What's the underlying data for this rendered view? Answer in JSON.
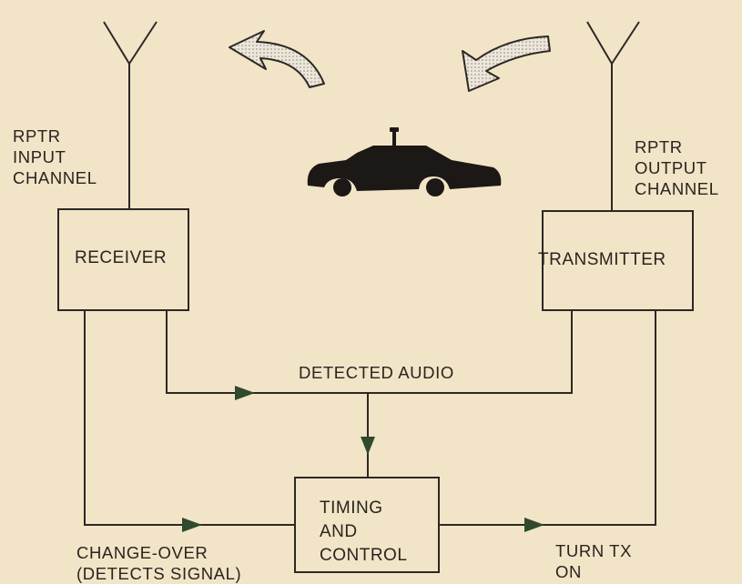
{
  "diagram": {
    "receiver_label": "RECEIVER",
    "transmitter_label": "TRANSMITTER",
    "timing_control_lines": [
      "TIMING",
      "AND",
      "CONTROL"
    ],
    "rx_channel_lines": [
      "RPTR",
      "INPUT",
      "CHANNEL"
    ],
    "tx_channel_lines": [
      "RPTR",
      "OUTPUT",
      "CHANNEL"
    ],
    "detected_audio": "DETECTED AUDIO",
    "changeover_lines": [
      "CHANGE-OVER",
      "(DETECTS SIGNAL)"
    ],
    "turn_tx_lines": [
      "TURN TX",
      "ON"
    ]
  },
  "colors": {
    "background": "#f2e4c6",
    "line": "#2d2826",
    "arrow": "#2f4a2c",
    "curved_arrow_fill": "#ece7da"
  },
  "icons": [
    "antenna-icon",
    "car-icon",
    "curved-arrow-icon"
  ]
}
